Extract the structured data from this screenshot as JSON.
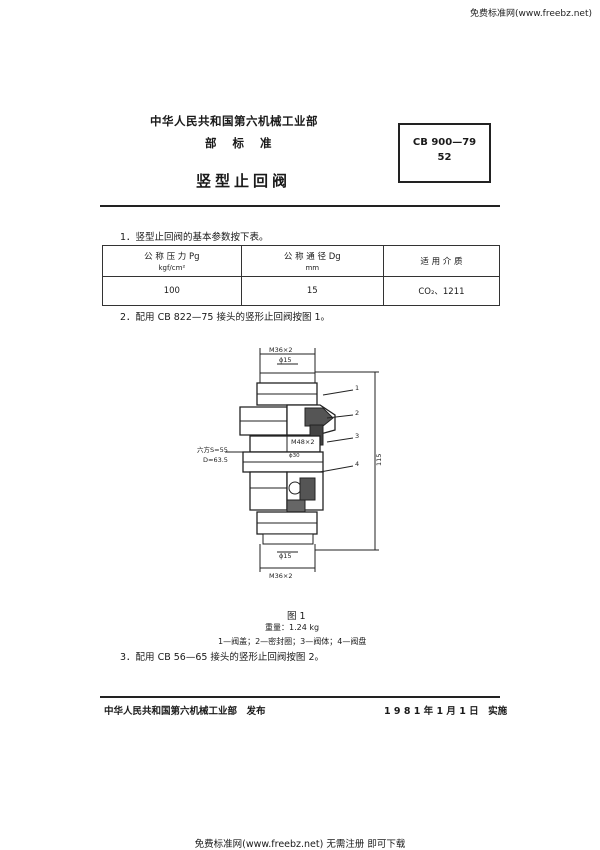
{
  "watermark_top": "免费标准网(www.freebz.net)",
  "header": {
    "org": "中华人民共和国第六机械工业部",
    "std_type": "部标准",
    "title": "竖型止回阀",
    "code_line1": "CB 900—79",
    "code_line2": "52"
  },
  "sections": {
    "p1": "1．竖型止回阀的基本参数按下表。",
    "p2": "2．配用 CB 822—75 接头的竖形止回阀按图 1。",
    "p3": "3．配用 CB 56—65 接头的竖形止回阀按图 2。"
  },
  "table": {
    "headers": [
      {
        "label": "公 称 压 力 Pg",
        "unit": "kgf/cm²"
      },
      {
        "label": "公 称 通 径 Dg",
        "unit": "mm"
      },
      {
        "label": "适 用 介 质",
        "unit": ""
      }
    ],
    "rows": [
      [
        "100",
        "15",
        "CO₂、1211"
      ]
    ]
  },
  "figure": {
    "dim_top": "M36×2",
    "dim_top_d": "ϕ15",
    "dim_mid": "M48×2",
    "dim_bore": "ϕ30",
    "dim_hex": "六方S=55",
    "dim_D": "D≈63.5",
    "dim_bottom_d": "ϕ15",
    "dim_bottom": "M36×2",
    "dim_height": "115",
    "callouts": [
      "1",
      "2",
      "3",
      "4"
    ],
    "caption": "图 1",
    "weight": "重量：1.24 kg",
    "legend": "1—阀盖；2—密封圈；3—阀体；4—阀盘"
  },
  "footer": {
    "publisher": "中华人民共和国第六机械工业部　发布",
    "effective": "1 9 8 1 年 1 月 1 日　实施"
  },
  "watermark_bottom": "免费标准网(www.freebz.net) 无需注册 即可下载"
}
